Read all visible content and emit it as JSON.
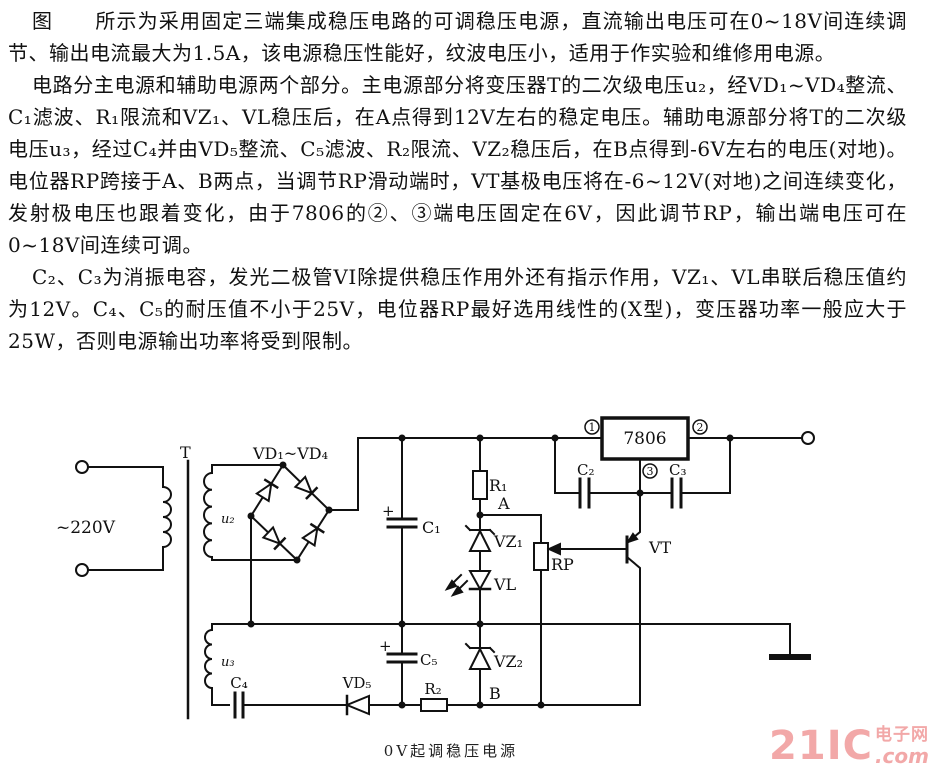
{
  "article": {
    "paragraphs": [
      "图　　所示为采用固定三端集成稳压电路的可调稳压电源，直流输出电压可在0~18V间连续调节、输出电流最大为1.5A，该电源稳压性能好，纹波电压小，适用于作实验和维修用电源。",
      "电路分主电源和辅助电源两个部分。主电源部分将变压器T的二次级电压u₂，经VD₁~VD₄整流、C₁滤波、R₁限流和VZ₁、VL稳压后，在A点得到12V左右的稳定电压。辅助电源部分将T的二次级电压u₃，经过C₄并由VD₅整流、C₅滤波、R₂限流、VZ₂稳压后，在B点得到-6V左右的电压(对地)。电位器RP跨接于A、B两点，当调节RP滑动端时，VT基极电压将在-6~12V(对地)之间连续变化，发射极电压也跟着变化，由于7806的②、③端电压固定在6V，因此调节RP，输出端电压可在0~18V间连续可调。",
      "C₂、C₃为消振电容，发光二极管VI除提供稳压作用外还有指示作用，VZ₁、VL串联后稳压值约为12V。C₄、C₅的耐压值不小于25V，电位器RP最好选用线性的(X型)，变压器功率一般应大于25W，否则电源输出功率将受到限制。"
    ]
  },
  "circuit": {
    "caption": "0V起调稳压电源",
    "labels": {
      "mains": "~220V",
      "transformer": "T",
      "u2": "u₂",
      "u3": "u₃",
      "bridge": "VD₁~VD₄",
      "c1": "C₁",
      "c1_plus": "+",
      "r1": "R₁",
      "a": "A",
      "vz1": "VZ₁",
      "vl": "VL",
      "rp": "RP",
      "vt": "VT",
      "regulator": "7806",
      "pin1": "1",
      "pin2": "2",
      "pin3": "3",
      "c2": "C₂",
      "c3": "C₃",
      "c4": "C₄",
      "vd5": "VD₅",
      "c5": "C₅",
      "c5_plus": "+",
      "r2": "R₂",
      "vz2": "VZ₂",
      "b": "B"
    }
  },
  "watermark": {
    "brand": "21IC",
    "site": "电子网",
    "suffix": ".com",
    "color": "#f2a8a8"
  }
}
